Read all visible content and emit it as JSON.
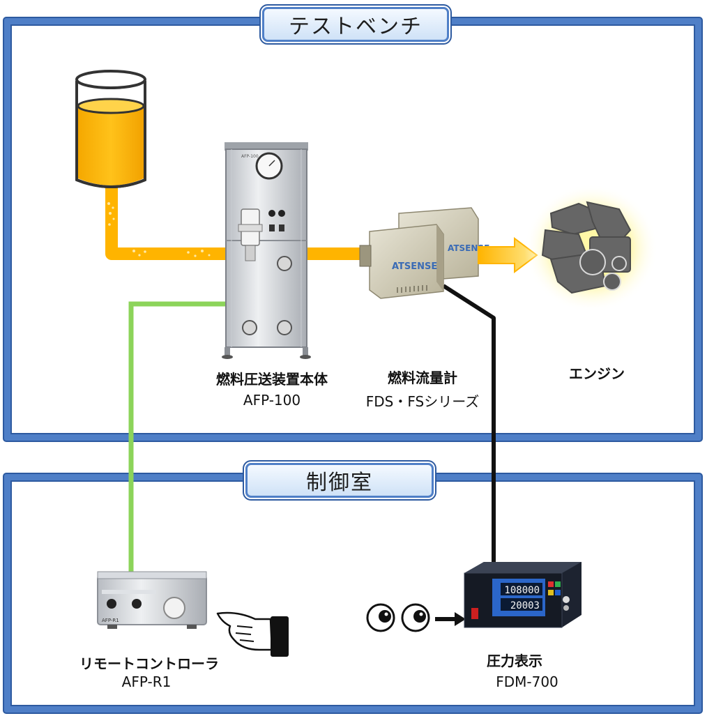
{
  "rooms": {
    "test_bench": {
      "title": "テストベンチ"
    },
    "control_room": {
      "title": "制御室"
    }
  },
  "components": {
    "pump_unit": {
      "name": "燃料圧送装置本体",
      "model": "AFP-100",
      "panel_text": "AFP-100"
    },
    "flow_meter": {
      "name": "燃料流量計",
      "model": "FDS・FSシリーズ",
      "brand": "ATSENSE"
    },
    "engine": {
      "name": "エンジン"
    },
    "remote": {
      "name": "リモートコントローラ",
      "model": "AFP-R1",
      "panel_text": "AFP-R1"
    },
    "display": {
      "name": "圧力表示",
      "model": "FDM-700",
      "readout_top": "108000",
      "readout_bottom": "20003"
    }
  },
  "colors": {
    "room_border": "#4f7fc7",
    "fuel": "#ffb400",
    "signal_green": "#8cd45a",
    "signal_black": "#111111",
    "engine": "#6b6b6b",
    "engine_glow": "#fff59a"
  }
}
